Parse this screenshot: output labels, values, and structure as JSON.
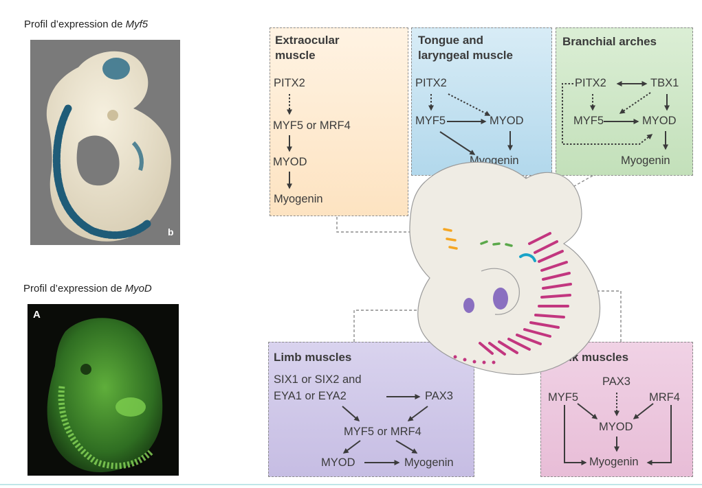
{
  "left": {
    "myf5_caption": {
      "prefix": "Profil d’expression de ",
      "gene": "Myf5"
    },
    "myod_caption": {
      "prefix": "Profil d’expression de ",
      "gene": "MyoD"
    },
    "myf5_panel_letter": "b",
    "myod_panel_letter": "A"
  },
  "boxes": {
    "extraocular": {
      "title_line1": "Extraocular",
      "title_line2": "muscle",
      "genes": [
        "PITX2",
        "MYF5 or MRF4",
        "MYOD",
        "Myogenin"
      ],
      "color": "#fde7c9"
    },
    "tongue": {
      "title_line1": "Tongue and",
      "title_line2": "laryngeal muscle",
      "genes": [
        "PITX2",
        "MYF5",
        "MYOD",
        "Myogenin"
      ],
      "color": "#bfe0ef"
    },
    "branchial": {
      "title": "Branchial arches",
      "genes": [
        "PITX2",
        "TBX1",
        "MYF5",
        "MYOD",
        "Myogenin"
      ],
      "color": "#cfe6c8"
    },
    "limb": {
      "title": "Limb muscles",
      "genes": [
        "SIX1 or SIX2 and",
        "EYA1 or EYA2",
        "PAX3",
        "MYF5 or MRF4",
        "MYOD",
        "Myogenin"
      ],
      "color": "#cdc5e6"
    },
    "trunk": {
      "title": "Trunk muscles",
      "genes": [
        "PAX3",
        "MYF5",
        "MRF4",
        "MYOD",
        "Myogenin"
      ],
      "color": "#ecc3dc"
    }
  },
  "colors": {
    "orange_muscle": "#f5a623",
    "green_muscle": "#5aa84a",
    "cyan_muscle": "#1aa3c8",
    "purple_muscle": "#8a6fc0",
    "magenta_muscle": "#c2367f",
    "embryo_fill": "#efece4",
    "arrow": "#3b3b3b"
  }
}
